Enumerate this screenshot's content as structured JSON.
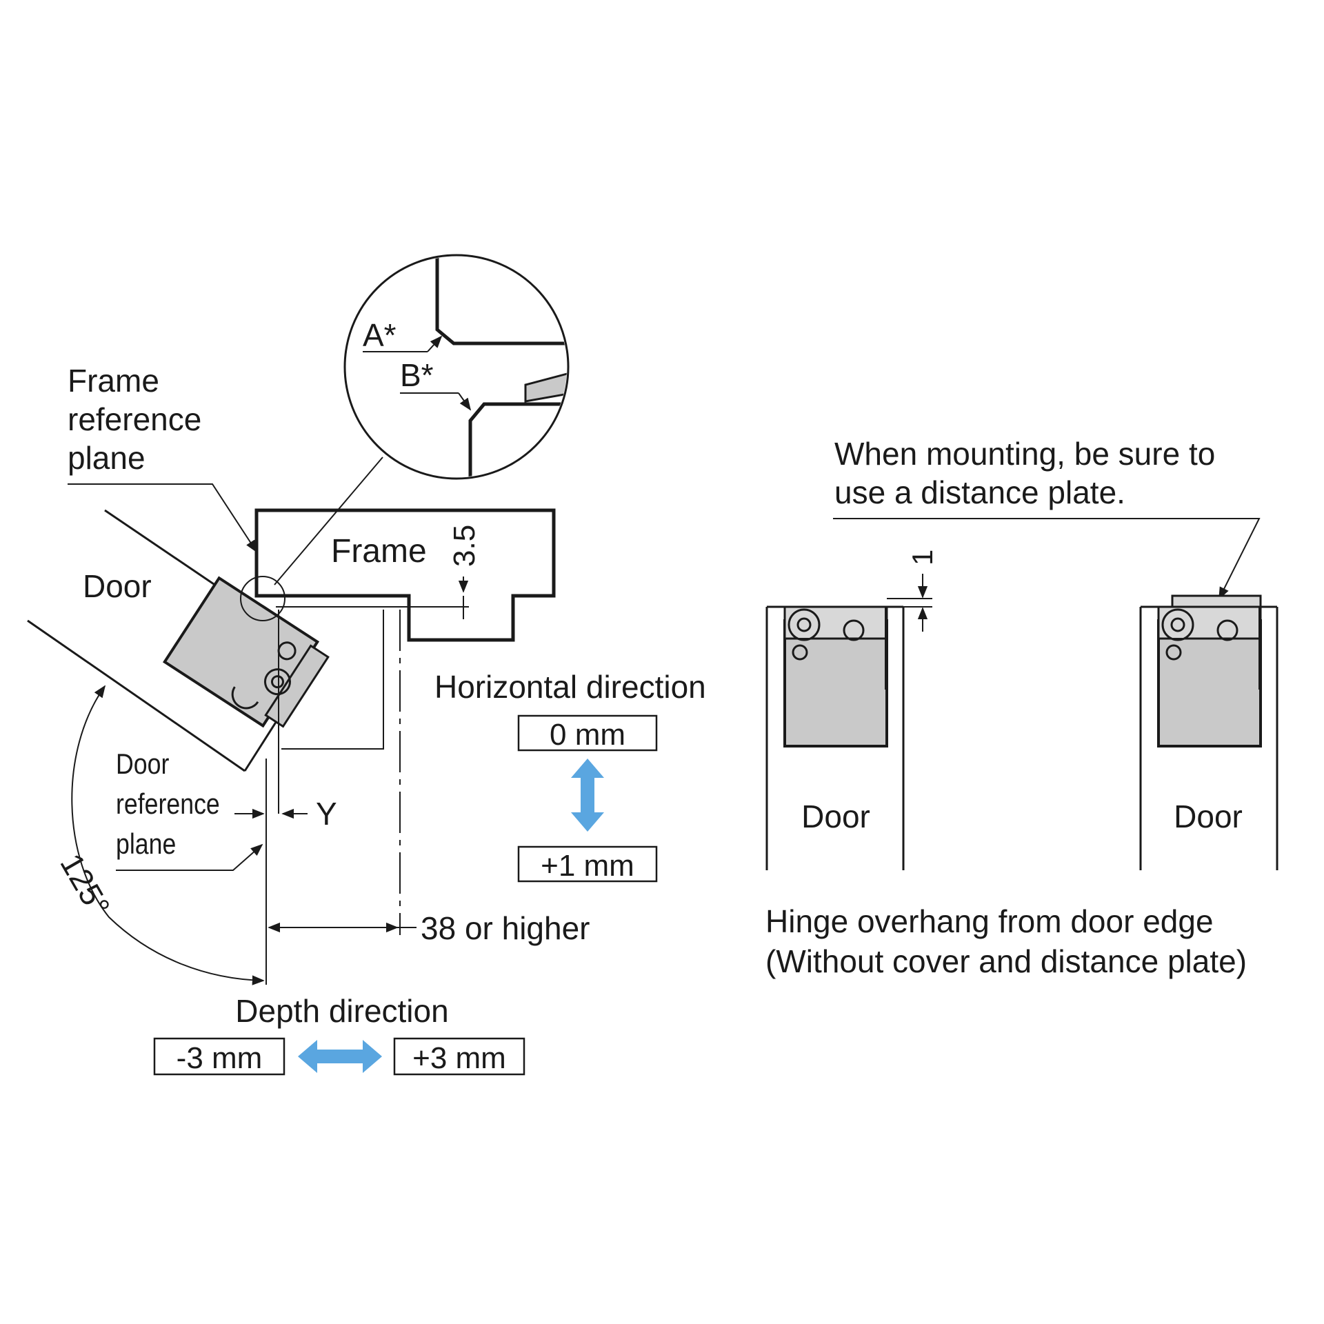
{
  "colors": {
    "line": "#1a1a1a",
    "part_fill": "#c9c9c9",
    "arrow_blue": "#5aa6e0",
    "background": "#ffffff"
  },
  "left_view": {
    "frame_label": "Frame",
    "door_label": "Door",
    "frame_reference_plane": [
      "Frame",
      "reference",
      "plane"
    ],
    "door_reference_plane": [
      "Door",
      "reference",
      "plane"
    ],
    "detail_label_a": "A*",
    "detail_label_b": "B*",
    "dim_gap": "3.5",
    "dim_y": "Y",
    "dim_depth": "38 or higher",
    "angle": "125°"
  },
  "horizontal_adjust": {
    "title": "Horizontal direction",
    "top_value": "0 mm",
    "bottom_value": "+1 mm"
  },
  "depth_adjust": {
    "title": "Depth direction",
    "left_value": "-3 mm",
    "right_value": "+3 mm"
  },
  "right_view": {
    "note": [
      "When mounting, be sure to",
      "use a distance plate."
    ],
    "dim_overhang": "1",
    "door_left_label": "Door",
    "door_right_label": "Door",
    "caption": [
      "Hinge overhang from door edge",
      "(Without cover and distance plate)"
    ]
  }
}
